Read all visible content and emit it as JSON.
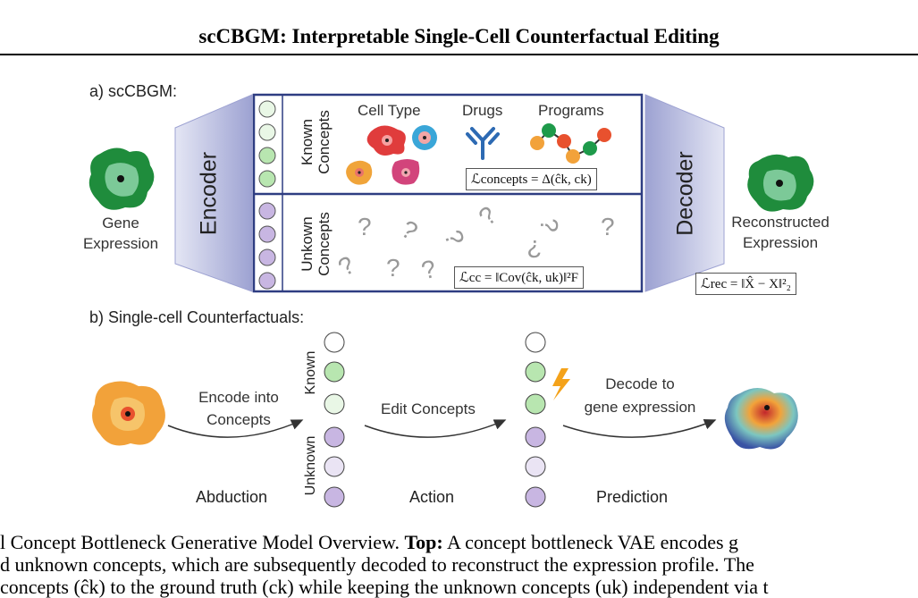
{
  "header": {
    "title": "scCBGM: Interpretable Single-Cell Counterfactual Editing"
  },
  "panel_a": {
    "label": "a) scCBGM:",
    "input_label": "Gene\nExpression",
    "encoder": "Encoder",
    "decoder": "Decoder",
    "output_label": "Reconstructed\nExpression",
    "known_concepts": "Known\nConcepts",
    "unknown_concepts": "Unkown\nConcepts",
    "cell_type": "Cell Type",
    "drugs": "Drugs",
    "programs": "Programs",
    "loss_concepts": "ℒconcepts = Δ(ĉk, ck)",
    "loss_cc": "ℒcc = ‖Cov(ĉk, uk)‖²F",
    "loss_rec": "ℒrec = ‖X̂ − X‖²₂"
  },
  "panel_b": {
    "label": "b) Single-cell Counterfactuals:",
    "encode_label": "Encode into\nConcepts",
    "known": "Known",
    "unknown": "Unknown",
    "edit_label": "Edit Concepts",
    "decode_label": "Decode to\ngene expression",
    "abduction": "Abduction",
    "action": "Action",
    "prediction": "Prediction"
  },
  "caption": {
    "line1_start": "l Concept Bottleneck Generative Model Overview. ",
    "line1_bold": "Top:",
    "line1_end": " A concept bottleneck VAE encodes g",
    "line2": "d unknown concepts, which are subsequently decoded to reconstruct the expression profile. The",
    "line3": "concepts (ĉk) to the ground truth (ck) while keeping the unknown concepts (uk) independent via t"
  },
  "colors": {
    "box_border": "#2e3d82",
    "green_cell": "#1f8c3c",
    "known_node": "#b8e6b0",
    "unknown_node": "#c8b6e2",
    "encoder_fill": "#c9cbe6"
  }
}
